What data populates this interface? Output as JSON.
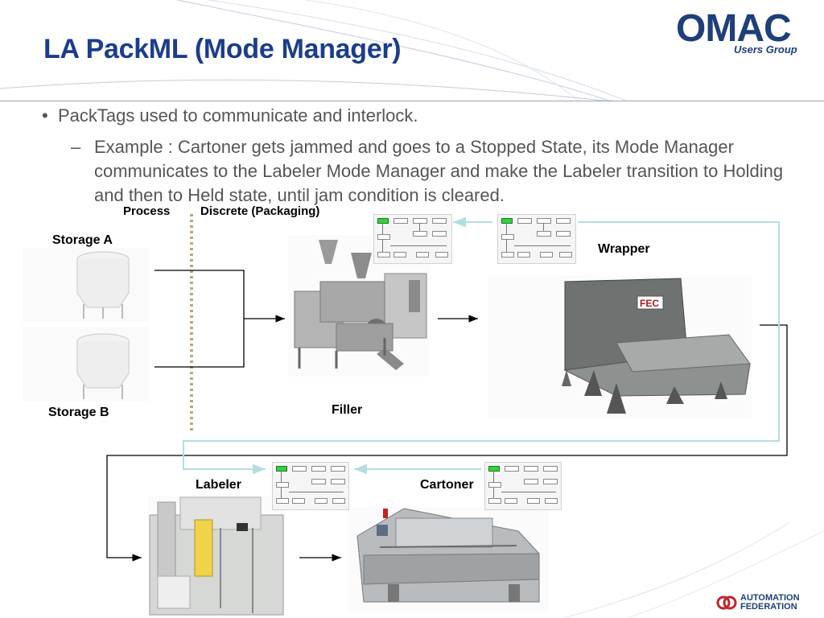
{
  "slide": {
    "title": "LA PackML (Mode Manager)",
    "bullet": "PackTags used to communicate and interlock.",
    "sub_bullet_dash": "–",
    "sub_bullet": "Example : Cartoner gets jammed and goes to a Stopped State, its Mode Manager communicates to the Labeler Mode Manager and make the Labeler transition to Holding and then to Held state, until jam condition is cleared."
  },
  "logos": {
    "omac": "OMAC",
    "omac_sub": "Users Group",
    "federation_line1": "AUTOMATION",
    "federation_line2": "FEDERATION"
  },
  "diagram": {
    "process_label": "Process",
    "discrete_label": "Discrete (Packaging)",
    "storage_a": "Storage A",
    "storage_b": "Storage B",
    "filler": "Filler",
    "wrapper": "Wrapper",
    "labeler": "Labeler",
    "cartoner": "Cartoner"
  },
  "colors": {
    "title": "#1c3d8c",
    "body_text": "#555555",
    "comm_link": "#b3dde0",
    "flow_arrow": "#000000",
    "divider": "#b9a97a"
  }
}
